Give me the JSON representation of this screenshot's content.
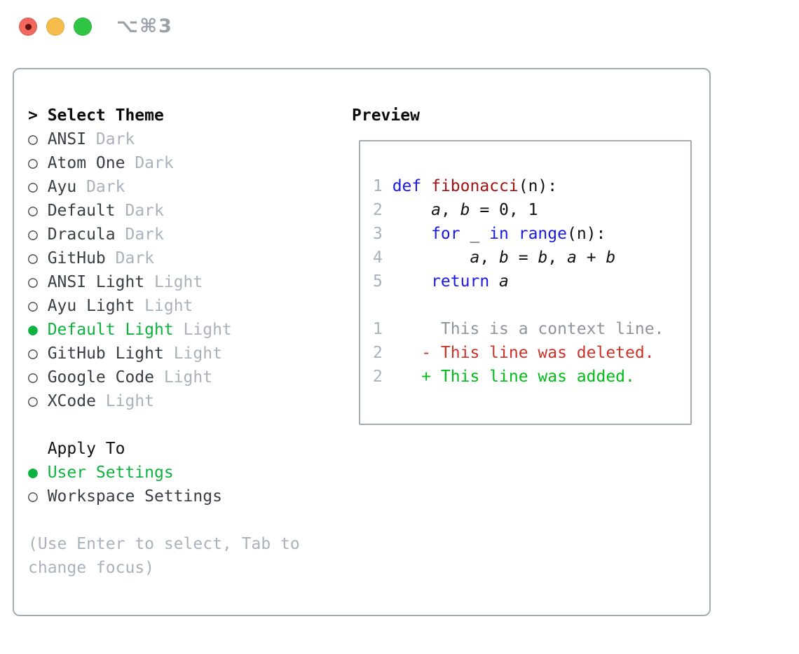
{
  "window": {
    "title_shortcut": "⌥⌘3"
  },
  "colors": {
    "accent_green": "#0db33e",
    "keyword_blue": "#1919e6",
    "function_red": "#a31212",
    "diff_deleted_red": "#cd3227",
    "diff_added_green": "#00bd18",
    "muted_gray": "#a9b2bc",
    "border_gray": "#a3abb5",
    "traffic_close": "#f2685c",
    "traffic_minimize": "#f6bd4c",
    "traffic_zoom": "#31c546"
  },
  "theme_list": {
    "header_prefix": ">",
    "header": "Select Theme",
    "bullet_unselected": "○",
    "bullet_selected": "●",
    "items": [
      {
        "bullet": "○",
        "name": "ANSI",
        "badge": "Dark",
        "selected": false
      },
      {
        "bullet": "○",
        "name": "Atom One",
        "badge": "Dark",
        "selected": false
      },
      {
        "bullet": "○",
        "name": "Ayu",
        "badge": "Dark",
        "selected": false
      },
      {
        "bullet": "○",
        "name": "Default",
        "badge": "Dark",
        "selected": false
      },
      {
        "bullet": "○",
        "name": "Dracula",
        "badge": "Dark",
        "selected": false
      },
      {
        "bullet": "○",
        "name": "GitHub",
        "badge": "Dark",
        "selected": false
      },
      {
        "bullet": "○",
        "name": "ANSI Light",
        "badge": "Light",
        "selected": false
      },
      {
        "bullet": "○",
        "name": "Ayu Light",
        "badge": "Light",
        "selected": false
      },
      {
        "bullet": "●",
        "name": "Default Light",
        "badge": "Light",
        "selected": true
      },
      {
        "bullet": "○",
        "name": "GitHub Light",
        "badge": "Light",
        "selected": false
      },
      {
        "bullet": "○",
        "name": "Google Code",
        "badge": "Light",
        "selected": false
      },
      {
        "bullet": "○",
        "name": "XCode",
        "badge": "Light",
        "selected": false
      }
    ]
  },
  "apply_to": {
    "header": "Apply To",
    "options": [
      {
        "bullet": "●",
        "name": "User Settings",
        "selected": true
      },
      {
        "bullet": "○",
        "name": "Workspace Settings",
        "selected": false
      }
    ]
  },
  "help_lines": [
    "(Use Enter to select, Tab to",
    "change focus)"
  ],
  "preview": {
    "header": "Preview",
    "code": [
      {
        "num": "1",
        "tokens": [
          {
            "text": "def",
            "style": "kw"
          },
          {
            "text": " ",
            "style": "plain"
          },
          {
            "text": "fibonacci",
            "style": "fn"
          },
          {
            "text": "(n):",
            "style": "plain"
          }
        ]
      },
      {
        "num": "2",
        "tokens": [
          {
            "text": "    ",
            "style": "plain"
          },
          {
            "text": "a",
            "style": "var"
          },
          {
            "text": ", ",
            "style": "plain"
          },
          {
            "text": "b",
            "style": "var"
          },
          {
            "text": " = 0, 1",
            "style": "plain"
          }
        ]
      },
      {
        "num": "3",
        "tokens": [
          {
            "text": "    ",
            "style": "plain"
          },
          {
            "text": "for",
            "style": "kw"
          },
          {
            "text": " _ ",
            "style": "plain"
          },
          {
            "text": "in",
            "style": "kw"
          },
          {
            "text": " ",
            "style": "plain"
          },
          {
            "text": "range",
            "style": "kw"
          },
          {
            "text": "(n):",
            "style": "plain"
          }
        ]
      },
      {
        "num": "4",
        "tokens": [
          {
            "text": "        ",
            "style": "plain"
          },
          {
            "text": "a",
            "style": "var"
          },
          {
            "text": ", ",
            "style": "plain"
          },
          {
            "text": "b",
            "style": "var"
          },
          {
            "text": " = ",
            "style": "plain"
          },
          {
            "text": "b",
            "style": "var"
          },
          {
            "text": ", ",
            "style": "plain"
          },
          {
            "text": "a",
            "style": "var"
          },
          {
            "text": " + ",
            "style": "plain"
          },
          {
            "text": "b",
            "style": "var"
          }
        ]
      },
      {
        "num": "5",
        "tokens": [
          {
            "text": "    ",
            "style": "plain"
          },
          {
            "text": "return",
            "style": "kw"
          },
          {
            "text": " ",
            "style": "plain"
          },
          {
            "text": "a",
            "style": "var"
          }
        ]
      }
    ],
    "diff": [
      {
        "num": "1",
        "type": "context",
        "body": "     This is a context line."
      },
      {
        "num": "2",
        "type": "deleted",
        "body": "   - This line was deleted."
      },
      {
        "num": "2",
        "type": "added",
        "body": "   + This line was added."
      }
    ]
  }
}
